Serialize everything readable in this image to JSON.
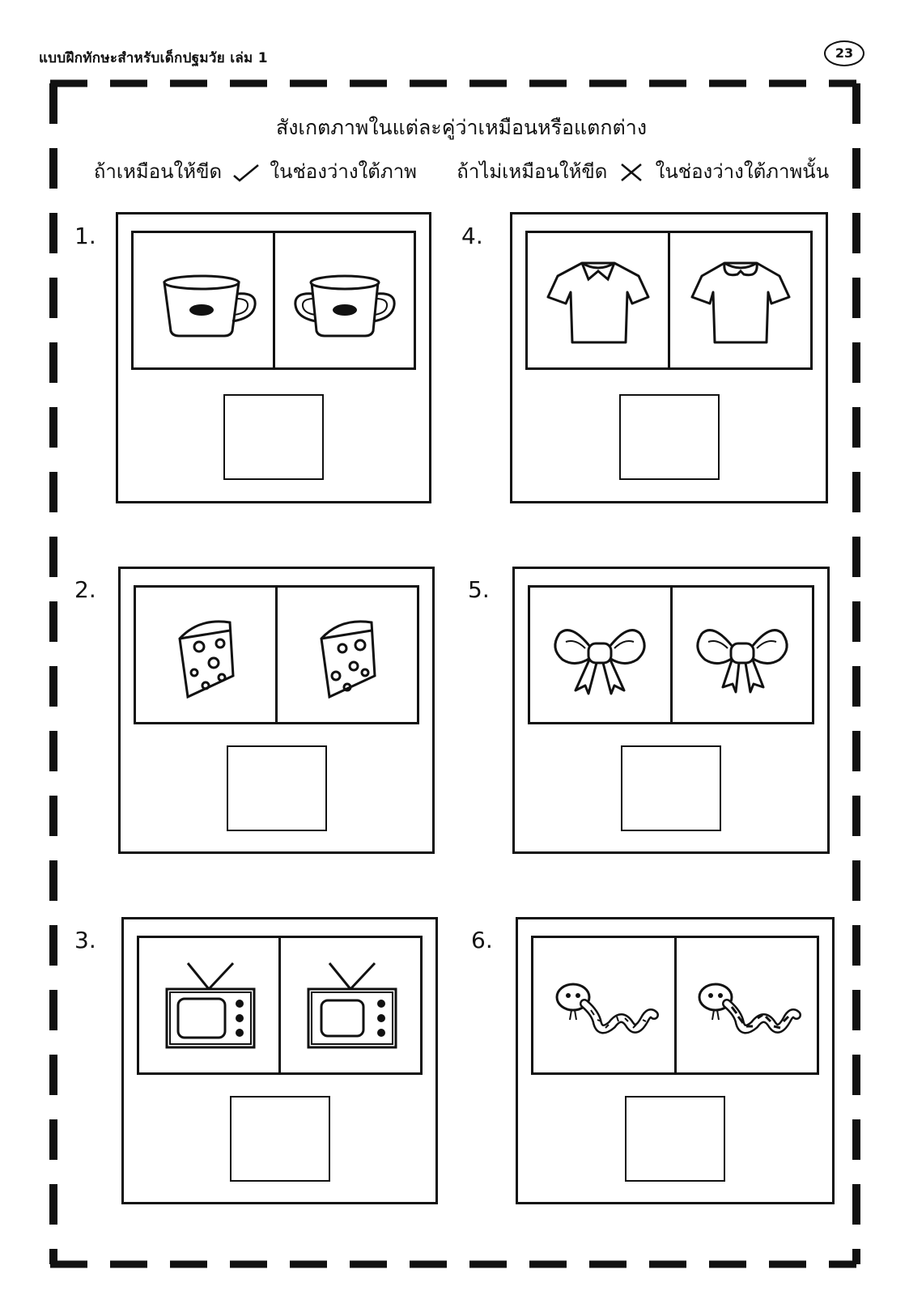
{
  "header": {
    "title": "แบบฝึกทักษะสำหรับเด็กปฐมวัย เล่ม 1",
    "page_number": "23"
  },
  "instructions": {
    "line1": "สังเกตภาพในแต่ละคู่ว่าเหมือนหรือแตกต่าง",
    "line2_same": "ถ้าเหมือนให้ขีด",
    "line2_same_tail": "ในช่องว่างใต้ภาพ",
    "line2_diff": "ถ้าไม่เหมือนให้ขีด",
    "line2_diff_tail": "ในช่องว่างใต้ภาพนั้น",
    "check_icon": "check-mark-icon",
    "cross_icon": "cross-mark-icon"
  },
  "questions": [
    {
      "number": "1.",
      "item": "cup-icon"
    },
    {
      "number": "2.",
      "item": "cheese-icon"
    },
    {
      "number": "3.",
      "item": "television-icon"
    },
    {
      "number": "4.",
      "item": "shirt-icon"
    },
    {
      "number": "5.",
      "item": "bow-icon"
    },
    {
      "number": "6.",
      "item": "snake-icon"
    }
  ]
}
